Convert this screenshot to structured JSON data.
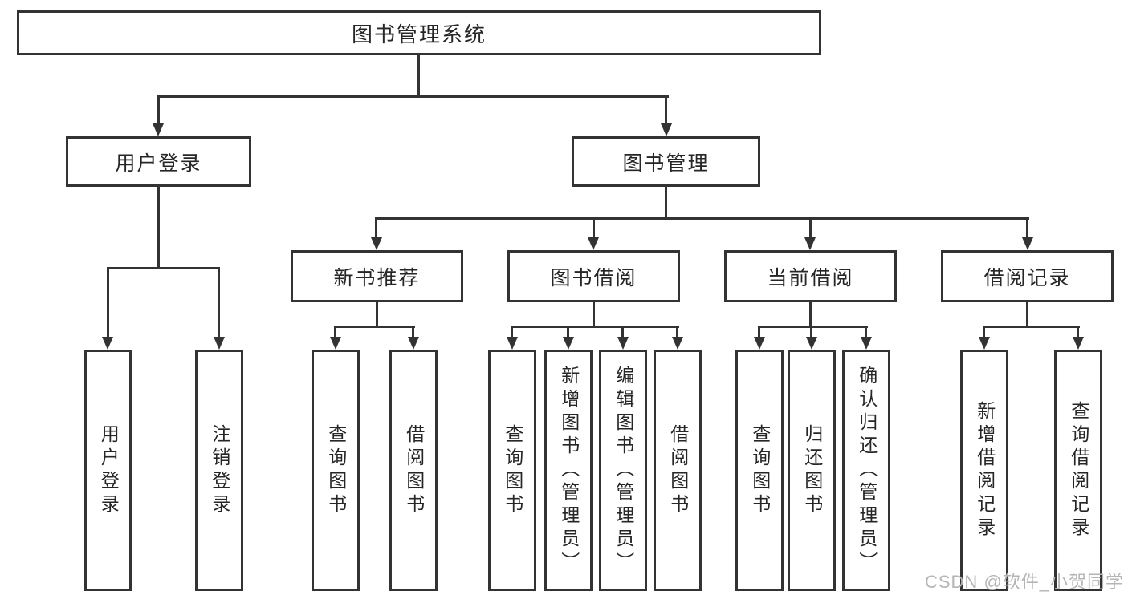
{
  "tree": {
    "label": "图书管理系统",
    "children": [
      {
        "label": "用户登录",
        "children": [
          {
            "label": "用户登录"
          },
          {
            "label": "注销登录"
          }
        ]
      },
      {
        "label": "图书管理",
        "children": [
          {
            "label": "新书推荐",
            "children": [
              {
                "label": "查询图书"
              },
              {
                "label": "借阅图书"
              }
            ]
          },
          {
            "label": "图书借阅",
            "children": [
              {
                "label": "查询图书"
              },
              {
                "label": "新增图书（管理员）"
              },
              {
                "label": "编辑图书（管理员）"
              },
              {
                "label": "借阅图书"
              }
            ]
          },
          {
            "label": "当前借阅",
            "children": [
              {
                "label": "查询图书"
              },
              {
                "label": "归还图书"
              },
              {
                "label": "确认归还（管理员）"
              }
            ]
          },
          {
            "label": "借阅记录",
            "children": [
              {
                "label": "新增借阅记录"
              },
              {
                "label": "查询借阅记录"
              }
            ]
          }
        ]
      }
    ]
  },
  "watermark": {
    "text": "CSDN @软件_小贺同学"
  },
  "colors": {
    "line": "#333333",
    "text": "#262626",
    "watermark": "#b5b5b5",
    "background": "#ffffff"
  }
}
